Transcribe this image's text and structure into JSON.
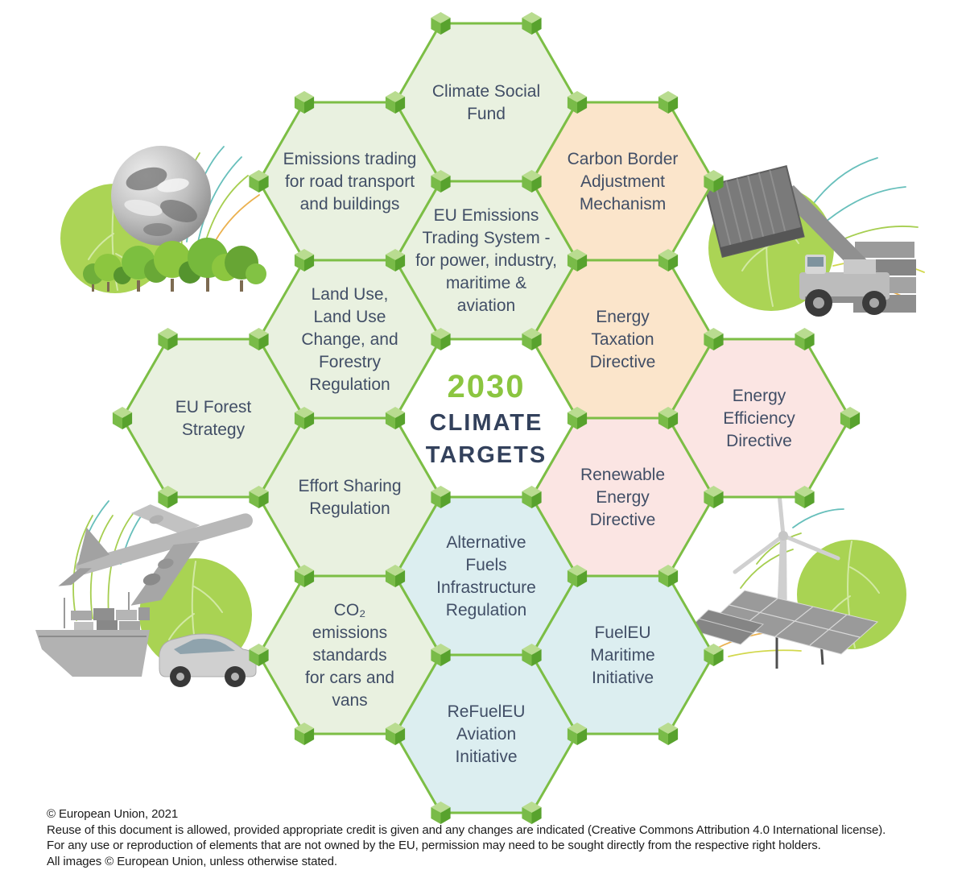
{
  "title": {
    "year": "2030",
    "word1": "CLIMATE",
    "word2": "TARGETS"
  },
  "colors": {
    "hex_green": "#e9f1e0",
    "hex_orange": "#fbe5cb",
    "hex_pink": "#fbe5e3",
    "hex_blue": "#dceef0",
    "hex_center": "#ffffff",
    "border_green": "#7cbe45",
    "node_light": "#b9dc90",
    "node_mid": "#79bb48",
    "node_dark": "#58a22d",
    "label_text": "#414e66",
    "title_year_green": "#8bc540",
    "title_words_navy": "#33415c",
    "footer_text": "#1b1b1b"
  },
  "hexagons": [
    {
      "id": "climate-social-fund",
      "category": "green",
      "lines": [
        "Climate Social",
        "Fund"
      ]
    },
    {
      "id": "emissions-trading-road-transport-buildings",
      "category": "green",
      "lines": [
        "Emissions trading",
        "for road transport",
        "and buildings"
      ]
    },
    {
      "id": "carbon-border-adjustment-mechanism",
      "category": "orange",
      "lines": [
        "Carbon Border",
        "Adjustment",
        "Mechanism"
      ]
    },
    {
      "id": "eu-emissions-trading-system",
      "category": "green",
      "lines": [
        "EU Emissions",
        "Trading System -",
        "for power, industry,",
        "maritime &",
        "aviation"
      ]
    },
    {
      "id": "land-use-change-forestry-regulation",
      "category": "green",
      "lines": [
        "Land Use,",
        "Land Use",
        "Change, and",
        "Forestry",
        "Regulation"
      ]
    },
    {
      "id": "energy-taxation-directive",
      "category": "orange",
      "lines": [
        "Energy",
        "Taxation",
        "Directive"
      ]
    },
    {
      "id": "eu-forest-strategy",
      "category": "green",
      "lines": [
        "EU Forest",
        "Strategy"
      ]
    },
    {
      "id": "2030-climate-targets",
      "category": "center",
      "lines": [
        "2030",
        "CLIMATE",
        "TARGETS"
      ]
    },
    {
      "id": "energy-efficiency-directive",
      "category": "pink",
      "lines": [
        "Energy",
        "Efficiency",
        "Directive"
      ]
    },
    {
      "id": "effort-sharing-regulation",
      "category": "green",
      "lines": [
        "Effort Sharing",
        "Regulation"
      ]
    },
    {
      "id": "renewable-energy-directive",
      "category": "pink",
      "lines": [
        "Renewable",
        "Energy",
        "Directive"
      ]
    },
    {
      "id": "co2-emissions-standards-cars-vans",
      "category": "green",
      "lines": [
        "CO₂",
        "emissions",
        "standards",
        "for cars and",
        "vans"
      ]
    },
    {
      "id": "alternative-fuels-infrastructure-regulation",
      "category": "blue",
      "lines": [
        "Alternative",
        "Fuels",
        "Infrastructure",
        "Regulation"
      ]
    },
    {
      "id": "fueleu-maritime-initiative",
      "category": "blue",
      "lines": [
        "FuelEU",
        "Maritime",
        "Initiative"
      ]
    },
    {
      "id": "refueleu-aviation-initiative",
      "category": "blue",
      "lines": [
        "ReFuelEU",
        "Aviation",
        "Initiative"
      ]
    }
  ],
  "illustrations": {
    "top_left": "earth-globe-with-forest-and-leaf",
    "top_right": "container-reach-stacker-with-leaf",
    "bottom_left": "airplane-ship-car-with-leaf",
    "bottom_right": "wind-turbine-solar-panels-with-leaf"
  },
  "footer": {
    "lines": [
      "© European Union, 2021",
      "Reuse of this document is allowed, provided appropriate credit is given and any changes are indicated (Creative Commons Attribution 4.0 International license).",
      "For any use or reproduction of elements that are not owned by the EU, permission may need to be sought directly from the respective right holders.",
      "All images © European Union, unless otherwise stated."
    ]
  }
}
